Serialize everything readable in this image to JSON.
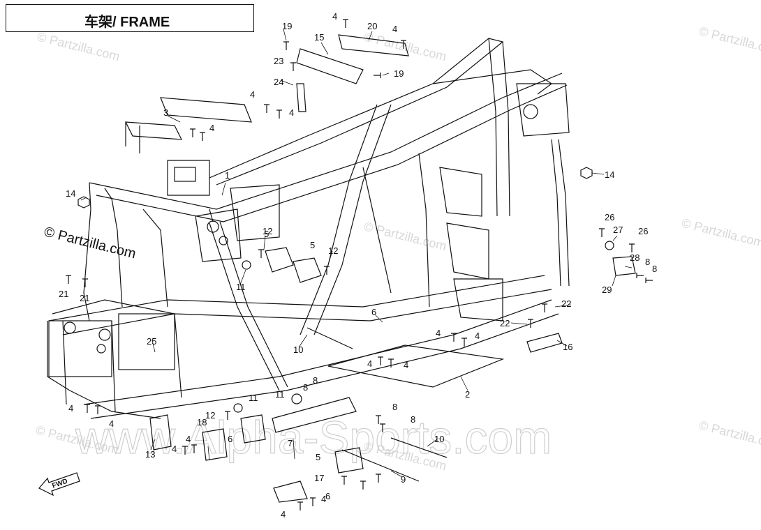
{
  "title": "车架/ FRAME",
  "copyright_text": "© Partzilla.com",
  "watermark_partzilla": "© Partzilla.com",
  "watermark_alpha": "www.Alpha-Sports.com",
  "fwd_label": "FWD",
  "callouts": [
    "1",
    "2",
    "3",
    "4",
    "5",
    "6",
    "7",
    "8",
    "9",
    "10",
    "11",
    "12",
    "13",
    "14",
    "15",
    "16",
    "17",
    "18",
    "19",
    "20",
    "21",
    "22",
    "23",
    "24",
    "25",
    "26",
    "27",
    "28",
    "29"
  ],
  "colors": {
    "line": "#111111",
    "watermark": "#d0d0d0",
    "background": "#ffffff"
  }
}
